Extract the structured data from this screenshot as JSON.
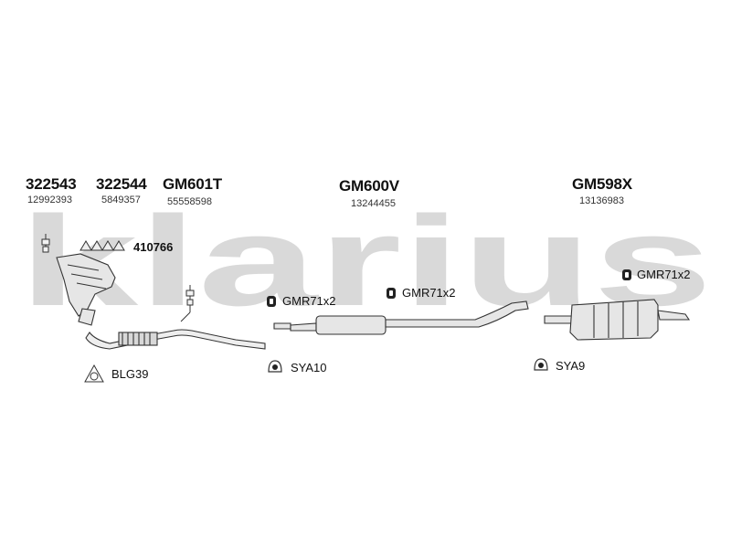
{
  "watermark": "klarius",
  "parts": [
    {
      "part_no": "322543",
      "oe_no": "12992393"
    },
    {
      "part_no": "322544",
      "oe_no": "5849357"
    },
    {
      "part_no": "GM601T",
      "oe_no": "55558598"
    },
    {
      "part_no": "GM600V",
      "oe_no": "13244455"
    },
    {
      "part_no": "GM598X",
      "oe_no": "13136983"
    }
  ],
  "accessories": {
    "gasket": "410766",
    "mount_a": "GMR71x2",
    "mount_b": "GMR71x2",
    "mount_c": "GMR71x2",
    "flange": "BLG39",
    "clamp_a": "SYA10",
    "clamp_b": "SYA9"
  },
  "colors": {
    "watermark": "#d9d9d9",
    "line": "#333333",
    "part_fill": "#e6e6e6"
  },
  "icons": [
    "lambda-sensor-icon",
    "rubber-mount-icon",
    "flange-gasket-icon",
    "pipe-clamp-icon",
    "manifold-gasket-icon"
  ]
}
